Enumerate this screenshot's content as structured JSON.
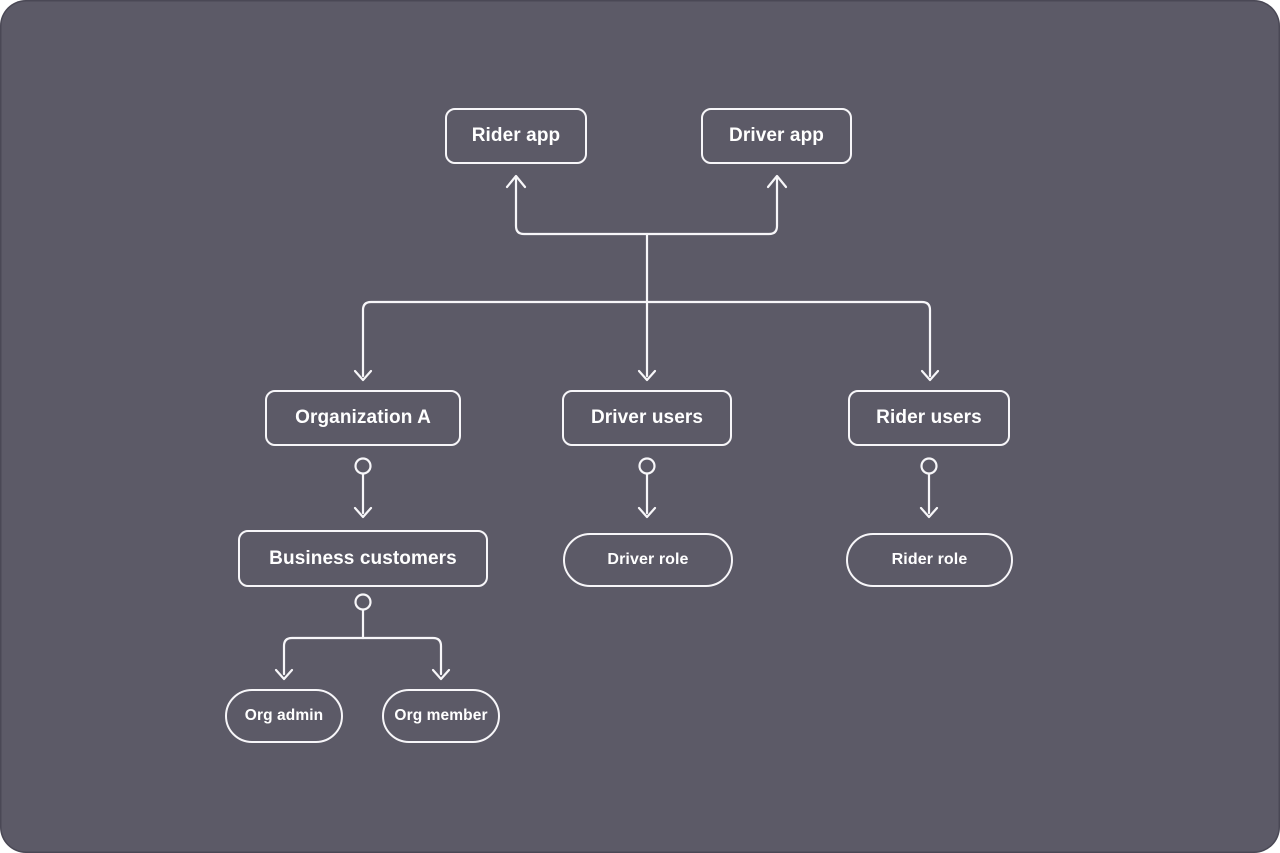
{
  "diagram": {
    "type": "flowchart",
    "colors": {
      "page_background": "#FFFFFF",
      "canvas_background": "#5C5A67",
      "line": "#F7F6F9",
      "text": "#FFFFFF"
    },
    "nodes": {
      "rider_app": {
        "label": "Rider app",
        "shape": "rect"
      },
      "driver_app": {
        "label": "Driver app",
        "shape": "rect"
      },
      "organization_a": {
        "label": "Organization A",
        "shape": "rect"
      },
      "driver_users": {
        "label": "Driver users",
        "shape": "rect"
      },
      "rider_users": {
        "label": "Rider users",
        "shape": "rect"
      },
      "business_customers": {
        "label": "Business customers",
        "shape": "rect"
      },
      "driver_role": {
        "label": "Driver role",
        "shape": "pill"
      },
      "rider_role": {
        "label": "Rider role",
        "shape": "pill"
      },
      "org_admin": {
        "label": "Org admin",
        "shape": "pill"
      },
      "org_member": {
        "label": "Org member",
        "shape": "pill"
      }
    },
    "edges": [
      {
        "from": "root",
        "to": "rider_app",
        "arrow": "up"
      },
      {
        "from": "root",
        "to": "driver_app",
        "arrow": "up"
      },
      {
        "from": "root",
        "to": "organization_a",
        "arrow": "down"
      },
      {
        "from": "root",
        "to": "driver_users",
        "arrow": "down"
      },
      {
        "from": "root",
        "to": "rider_users",
        "arrow": "down"
      },
      {
        "from": "organization_a",
        "to": "business_customers",
        "arrow": "down",
        "connector": "circle"
      },
      {
        "from": "driver_users",
        "to": "driver_role",
        "arrow": "down",
        "connector": "circle"
      },
      {
        "from": "rider_users",
        "to": "rider_role",
        "arrow": "down",
        "connector": "circle"
      },
      {
        "from": "business_customers",
        "to": "org_admin",
        "arrow": "down",
        "connector": "circle"
      },
      {
        "from": "business_customers",
        "to": "org_member",
        "arrow": "down",
        "connector": "circle"
      }
    ]
  }
}
